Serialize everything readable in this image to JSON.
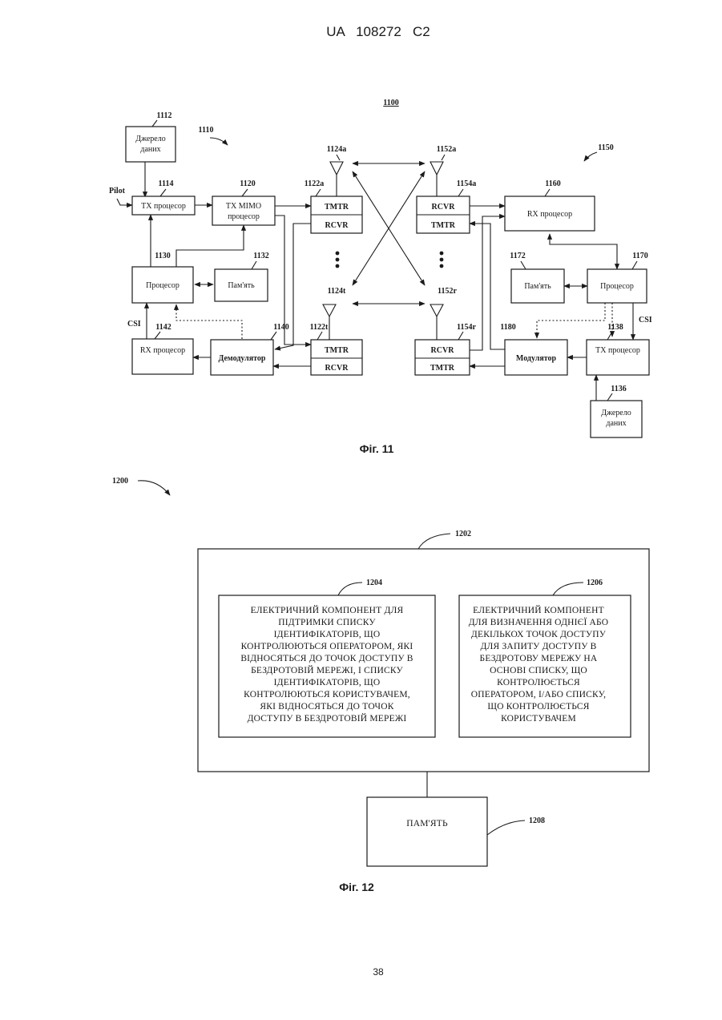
{
  "header": "UA   108272   C2",
  "page_number": "38",
  "fig11": {
    "caption": "Фіг. 11",
    "ref_1100": "1100",
    "ref_1110": "1110",
    "ref_1150": "1150",
    "data_source_1": {
      "ref": "1112",
      "line1": "Джерело",
      "line2": "даних"
    },
    "pilot_label": "Pilot",
    "tx_processor_1": {
      "ref": "1114",
      "label": "TX процесор"
    },
    "tx_mimo": {
      "ref": "1120",
      "line1": "TX MIMO",
      "line2": "процесор"
    },
    "processor_1": {
      "ref": "1130",
      "label": "Процесор"
    },
    "memory_1": {
      "ref": "1132",
      "label": "Пам'ять"
    },
    "rx_processor_1": {
      "ref": "1142",
      "label": "RX процесор"
    },
    "demodulator": {
      "ref": "1140",
      "label": "Демодулятор"
    },
    "csi_1": "CSI",
    "antenna_1124a": "1124a",
    "antenna_1124t": "1124t",
    "tmtr_a": {
      "ref": "1122a",
      "top": "TMTR",
      "bottom": "RCVR"
    },
    "tmtr_t": {
      "ref": "1122t",
      "top": "TMTR",
      "bottom": "RCVR"
    },
    "antenna_1152a": "1152a",
    "antenna_1152r": "1152r",
    "rcvr_a": {
      "ref": "1154a",
      "top": "RCVR",
      "bottom": "TMTR"
    },
    "rcvr_r": {
      "ref": "1154r",
      "top": "RCVR",
      "bottom": "TMTR"
    },
    "rx_processor_2": {
      "ref": "1160",
      "label": "RX процесор"
    },
    "memory_2": {
      "ref": "1172",
      "label": "Пам'ять"
    },
    "processor_2": {
      "ref": "1170",
      "label": "Процесор"
    },
    "modulator": {
      "ref": "1180",
      "label": "Модулятор"
    },
    "tx_processor_2": {
      "ref": "1138",
      "label": "TX процесор"
    },
    "csi_2": "CSI",
    "data_source_2": {
      "ref": "1136",
      "line1": "Джерело",
      "line2": "даних"
    }
  },
  "fig12": {
    "caption": "Фіг. 12",
    "ref_1200": "1200",
    "ref_1202": "1202",
    "ref_1204": "1204",
    "ref_1206": "1206",
    "ref_1208": "1208",
    "component_1204": [
      "ЕЛЕКТРИЧНИЙ КОМПОНЕНТ ДЛЯ",
      "ПІДТРИМКИ СПИСКУ",
      "ІДЕНТИФІКАТОРІВ, ЩО",
      "КОНТРОЛЮЮТЬСЯ ОПЕРАТОРОМ, ЯКІ",
      "ВІДНОСЯТЬСЯ ДО ТОЧОК ДОСТУПУ В",
      "БЕЗДРОТОВІЙ МЕРЕЖІ, І СПИСКУ",
      "ІДЕНТИФІКАТОРІВ, ЩО",
      "КОНТРОЛЮЮТЬСЯ КОРИСТУВАЧЕМ,",
      "ЯКІ ВІДНОСЯТЬСЯ ДО ТОЧОК",
      "ДОСТУПУ В БЕЗДРОТОВІЙ МЕРЕЖІ"
    ],
    "component_1206": [
      "ЕЛЕКТРИЧНИЙ КОМПОНЕНТ",
      "ДЛЯ ВИЗНАЧЕННЯ ОДНІЄЇ АБО",
      "ДЕКІЛЬКОХ ТОЧОК ДОСТУПУ",
      "ДЛЯ ЗАПИТУ ДОСТУПУ В",
      "БЕЗДРОТОВУ МЕРЕЖУ НА",
      "ОСНОВІ СПИСКУ, ЩО",
      "КОНТРОЛЮЄТЬСЯ",
      "ОПЕРАТОРОМ, І/АБО СПИСКУ,",
      "ЩО КОНТРОЛЮЄТЬСЯ",
      "КОРИСТУВАЧЕМ"
    ],
    "memory_label": "ПАМ'ЯТЬ"
  }
}
